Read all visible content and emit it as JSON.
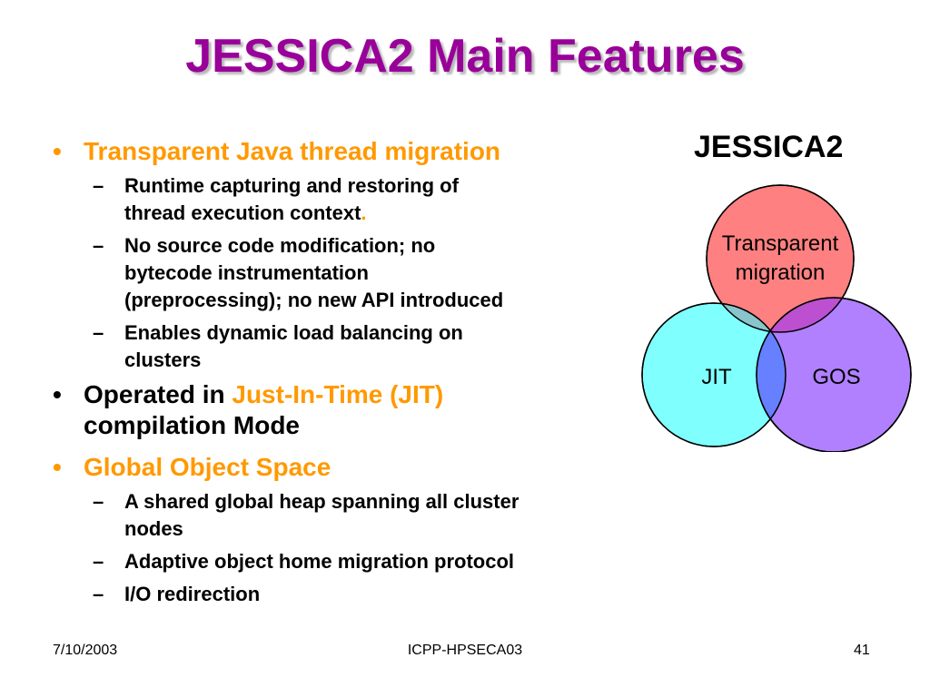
{
  "title": "JESSICA2 Main Features",
  "bullets": {
    "b1": "Transparent Java thread migration",
    "b1_sub1_line1": "Runtime capturing and restoring of",
    "b1_sub1_line2": "thread execution context",
    "b1_sub1_period": ".",
    "b1_sub2_line1": "No source code modification; no",
    "b1_sub2_line2": "bytecode instrumentation",
    "b1_sub2_line3": "(preprocessing); no new API introduced",
    "b1_sub3_line1": "Enables dynamic load balancing on",
    "b1_sub3_line2": "clusters",
    "b2_prefix": "Operated in ",
    "b2_highlight": "Just-In-Time (JIT)",
    "b2_line2": "compilation Mode",
    "b3": "Global Object Space",
    "b3_sub1_line1": "A shared global heap spanning all cluster",
    "b3_sub1_line2": "nodes",
    "b3_sub2": "Adaptive object home migration protocol",
    "b3_sub3": "I/O redirection",
    "bullet_glyph": "•",
    "dash_glyph": "–"
  },
  "diagram": {
    "title": "JESSICA2",
    "top_circle_line1": "Transparent",
    "top_circle_line2": "migration",
    "left_circle": "JIT",
    "right_circle": "GOS",
    "colors": {
      "top": "#ff8080",
      "left": "#80ffff",
      "right": "#b080ff",
      "overlap_center": "#6680ff"
    }
  },
  "footer": {
    "date": "7/10/2003",
    "center": "ICPP-HPSECA03",
    "page": "41"
  },
  "colors": {
    "title": "#990099",
    "highlight": "#ff9900"
  }
}
